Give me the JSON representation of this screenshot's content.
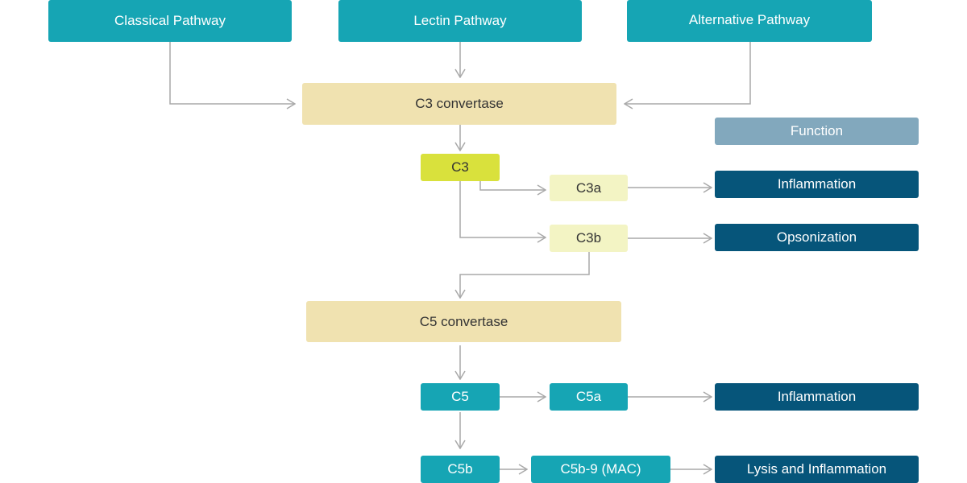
{
  "pathways": {
    "classical": "Classical Pathway",
    "lectin": "Lectin Pathway",
    "alternative": "Alternative Pathway"
  },
  "convertases": {
    "c3": "C3 convertase",
    "c5": "C5 convertase"
  },
  "components": {
    "c3": "C3",
    "c3a": "C3a",
    "c3b": "C3b",
    "c5": "C5",
    "c5a": "C5a",
    "c5b": "C5b",
    "c5b9": "C5b-9 (MAC)"
  },
  "functions": {
    "header": "Function",
    "inflammation_1": "Inflammation",
    "opsonization": "Opsonization",
    "inflammation_2": "Inflammation",
    "lysis": "Lysis and Inflammation"
  },
  "colors": {
    "pathway": "#16a5b4",
    "convertase": "#f0e2b0",
    "c3": "#d9e13c",
    "c3_fragment": "#f3f4c4",
    "function": "#06557a",
    "function_header": "#82a8bd",
    "connector": "#a9a9a9"
  }
}
